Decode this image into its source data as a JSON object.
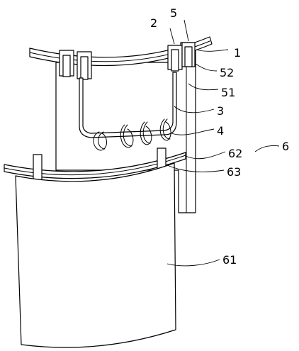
{
  "drawing": {
    "labels": {
      "part_1": "1",
      "part_2": "2",
      "part_5": "5",
      "part_52": "52",
      "part_51": "51",
      "part_3": "3",
      "part_4": "4",
      "part_62": "62",
      "part_6": "6",
      "part_63": "63",
      "part_61": "61"
    }
  }
}
